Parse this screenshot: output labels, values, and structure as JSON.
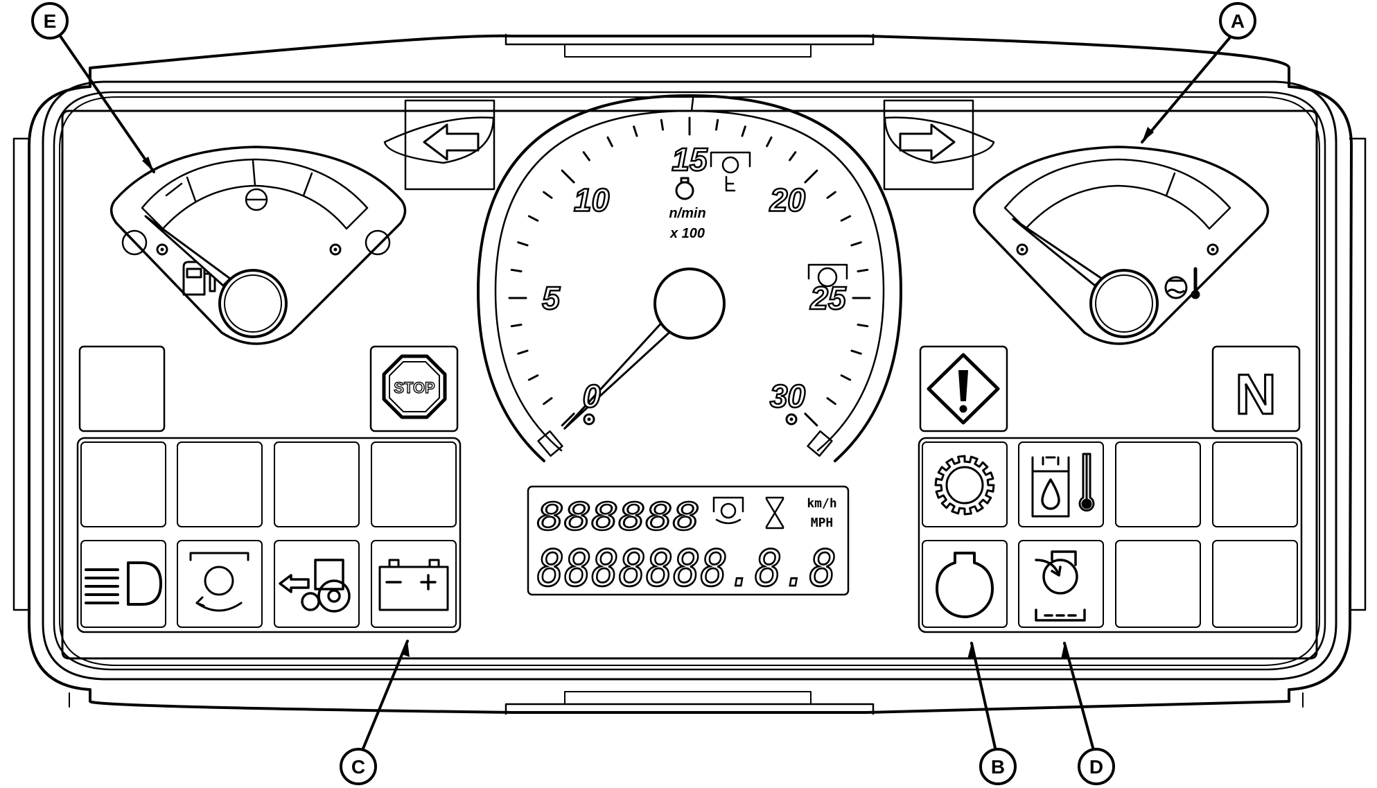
{
  "callouts": [
    {
      "id": "E",
      "label": "E"
    },
    {
      "id": "A",
      "label": "A"
    },
    {
      "id": "C",
      "label": "C"
    },
    {
      "id": "B",
      "label": "B"
    },
    {
      "id": "D",
      "label": "D"
    }
  ],
  "tachometer": {
    "scale_labels": [
      "0",
      "5",
      "10",
      "15",
      "20",
      "25",
      "30"
    ],
    "unit_line1": "n/min",
    "unit_line2": "x 100",
    "needle_value": 0
  },
  "fuel_gauge": {
    "icon": "fuel-pump-icon"
  },
  "temp_gauge": {
    "icon": "coolant-temperature-icon"
  },
  "indicators": {
    "stop_label": "STOP",
    "neutral_label": "N",
    "left_turn_icon": "left-arrow-icon",
    "right_turn_icon": "right-arrow-icon",
    "warning_icon": "warning-diamond-icon"
  },
  "lower_left_row": [
    {
      "icon": "headlight-icon"
    },
    {
      "icon": "pto-icon"
    },
    {
      "icon": "tractor-icon"
    },
    {
      "icon": "battery-icon",
      "minus": "−",
      "plus": "+"
    }
  ],
  "lower_right_row_top": [
    {
      "icon": "gear-icon"
    },
    {
      "icon": "hydraulic-oil-temperature-icon"
    }
  ],
  "lower_right_row_bottom": [
    {
      "icon": "engine-oil-icon"
    },
    {
      "icon": "pto-engaged-icon"
    }
  ],
  "lcd": {
    "top_digits": "888888",
    "bottom_digits": "8888888.8.8",
    "unit_kmh": "km/h",
    "unit_mph": "MPH",
    "hourglass_icon": "hourglass-icon",
    "pto_icon": "pto-speed-icon"
  }
}
